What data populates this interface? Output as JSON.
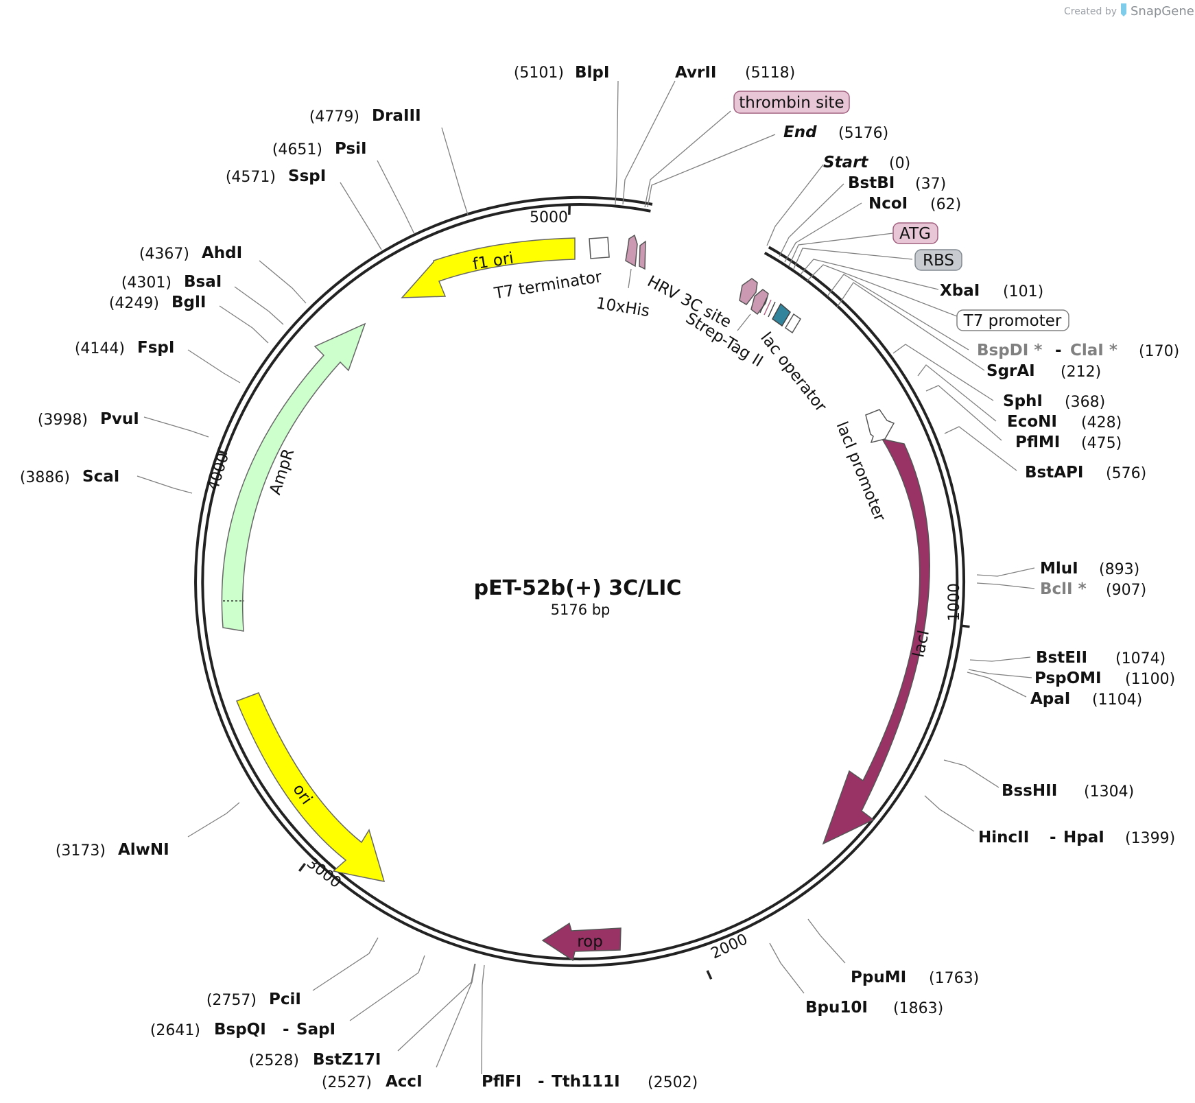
{
  "plasmid": {
    "name": "pET-52b(+) 3C/LIC",
    "length_label": "5176 bp"
  },
  "credit": {
    "prefix": "Created by",
    "brand": "SnapGene"
  },
  "ticks": [
    {
      "bp": 1000,
      "label": "1000"
    },
    {
      "bp": 2000,
      "label": "2000"
    },
    {
      "bp": 3000,
      "label": "3000"
    },
    {
      "bp": 4000,
      "label": "4000"
    },
    {
      "bp": 5000,
      "label": "5000"
    }
  ],
  "features": [
    {
      "name": "f1 ori",
      "label": "f1 ori",
      "color": "#ffff00",
      "label_inside": true
    },
    {
      "name": "AmpR",
      "label": "AmpR",
      "color": "#ccffcc"
    },
    {
      "name": "ori",
      "label": "ori",
      "color": "#ffff00",
      "label_inside": true
    },
    {
      "name": "rop",
      "label": "rop",
      "color": "#993366",
      "label_inside": true
    },
    {
      "name": "lacI",
      "label": "lacI",
      "color": "#993366",
      "label_inside": true
    },
    {
      "name": "lacI promoter",
      "label": "lacI promoter",
      "color": "#ffffff"
    },
    {
      "name": "T7 terminator",
      "label": "T7 terminator",
      "color": "#ffffff"
    },
    {
      "name": "10xHis",
      "label": "10xHis",
      "color": "#cc99b2"
    },
    {
      "name": "HRV 3C site",
      "label": "HRV 3C site",
      "color": "#cc99b2"
    },
    {
      "name": "Strep-Tag II",
      "label": "Strep-Tag II",
      "color": "#cc99b2"
    },
    {
      "name": "lac operator",
      "label": "lac operator",
      "color": "#31849b"
    }
  ],
  "boxed_labels": [
    {
      "text": "thrombin site",
      "fill": "#e8c6d6",
      "stroke": "#a0607f"
    },
    {
      "text": "ATG",
      "fill": "#e8c6d6",
      "stroke": "#a0607f"
    },
    {
      "text": "RBS",
      "fill": "#c8ccd0",
      "stroke": "#808890"
    },
    {
      "text": "T7 promoter",
      "fill": "#ffffff",
      "stroke": "#808080"
    }
  ],
  "sites": [
    {
      "id": "blpi",
      "name": "BlpI",
      "pos": "(5101)"
    },
    {
      "id": "avrii",
      "name": "AvrII",
      "pos": "(5118)"
    },
    {
      "id": "end",
      "name": "End",
      "pos": "(5176)"
    },
    {
      "id": "start",
      "name": "Start",
      "pos": "(0)"
    },
    {
      "id": "bstbi",
      "name": "BstBI",
      "pos": "(37)"
    },
    {
      "id": "ncoi",
      "name": "NcoI",
      "pos": "(62)"
    },
    {
      "id": "xbai",
      "name": "XbaI",
      "pos": "(101)"
    },
    {
      "id": "bspdi",
      "name": "BspDI *",
      "name2": "ClaI *",
      "pos": "(170)"
    },
    {
      "id": "sgrai",
      "name": "SgrAI",
      "pos": "(212)"
    },
    {
      "id": "sphi",
      "name": "SphI",
      "pos": "(368)"
    },
    {
      "id": "econi",
      "name": "EcoNI",
      "pos": "(428)"
    },
    {
      "id": "pflmi",
      "name": "PflMI",
      "pos": "(475)"
    },
    {
      "id": "bstapi",
      "name": "BstAPI",
      "pos": "(576)"
    },
    {
      "id": "mlui",
      "name": "MluI",
      "pos": "(893)"
    },
    {
      "id": "bcli",
      "name": "BclI *",
      "pos": "(907)"
    },
    {
      "id": "bsteii",
      "name": "BstEII",
      "pos": "(1074)"
    },
    {
      "id": "pspomi",
      "name": "PspOMI",
      "pos": "(1100)"
    },
    {
      "id": "apai",
      "name": "ApaI",
      "pos": "(1104)"
    },
    {
      "id": "bsshii",
      "name": "BssHII",
      "pos": "(1304)"
    },
    {
      "id": "hincii",
      "name": "HincII",
      "name2": "HpaI",
      "pos": "(1399)"
    },
    {
      "id": "ppumi",
      "name": "PpuMI",
      "pos": "(1763)"
    },
    {
      "id": "bpu10i",
      "name": "Bpu10I",
      "pos": "(1863)"
    },
    {
      "id": "pflfi",
      "name": "PflFI",
      "name2": "Tth111I",
      "pos": "(2502)"
    },
    {
      "id": "acci",
      "name": "AccI",
      "pos": "(2527)"
    },
    {
      "id": "bstz17i",
      "name": "BstZ17I",
      "pos": "(2528)"
    },
    {
      "id": "bspqi",
      "name": "BspQI",
      "name2": "SapI",
      "pos": "(2641)"
    },
    {
      "id": "pcii",
      "name": "PciI",
      "pos": "(2757)"
    },
    {
      "id": "alwni",
      "name": "AlwNI",
      "pos": "(3173)"
    },
    {
      "id": "scai",
      "name": "ScaI",
      "pos": "(3886)"
    },
    {
      "id": "pvui",
      "name": "PvuI",
      "pos": "(3998)"
    },
    {
      "id": "fspi",
      "name": "FspI",
      "pos": "(4144)"
    },
    {
      "id": "bgli",
      "name": "BglI",
      "pos": "(4249)"
    },
    {
      "id": "bsai",
      "name": "BsaI",
      "pos": "(4301)"
    },
    {
      "id": "ahdi",
      "name": "AhdI",
      "pos": "(4367)"
    },
    {
      "id": "sspi",
      "name": "SspI",
      "pos": "(4571)"
    },
    {
      "id": "psii",
      "name": "PsiI",
      "pos": "(4651)"
    },
    {
      "id": "draiii",
      "name": "DraIII",
      "pos": "(4779)"
    }
  ]
}
